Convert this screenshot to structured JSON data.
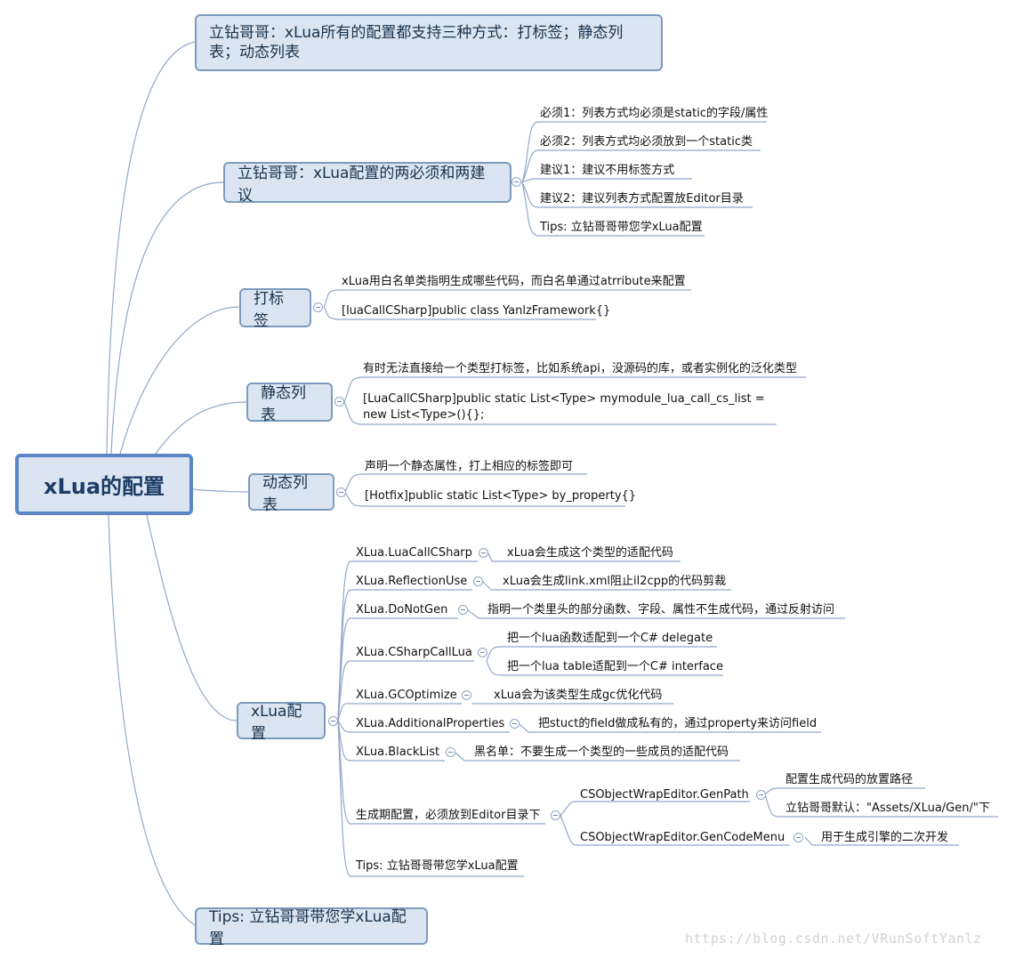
{
  "central": "xLua的配置",
  "nodes": {
    "n1": "立钻哥哥：xLua所有的配置都支持三种方式：打标签；静态列表；动态列表",
    "n2": "立钻哥哥：xLua配置的两必须和两建议",
    "n2_items": [
      "必须1：列表方式均必须是static的字段/属性",
      "必须2：列表方式均必须放到一个static类",
      "建议1：建议不用标签方式",
      "建议2：建议列表方式配置放Editor目录",
      "Tips: 立钻哥哥带您学xLua配置"
    ],
    "n3": "打标签",
    "n3_items": [
      "xLua用白名单类指明生成哪些代码，而白名单通过atrribute来配置",
      "[luaCallCSharp]public class YanlzFramework{}"
    ],
    "n4": "静态列表",
    "n4_items": [
      "有时无法直接给一个类型打标签，比如系统api，没源码的库，或者实例化的泛化类型",
      "[LuaCallCSharp]public static List<Type> mymodule_lua_call_cs_list = new List<Type>(){};"
    ],
    "n5": "动态列表",
    "n5_items": [
      "声明一个静态属性，打上相应的标签即可",
      "[Hotfix]public static List<Type> by_property{}"
    ],
    "n6": "xLua配置",
    "n6_items": [
      {
        "label": "XLua.LuaCallCSharp",
        "children": [
          "xLua会生成这个类型的适配代码"
        ]
      },
      {
        "label": "XLua.ReflectionUse",
        "children": [
          "xLua会生成link.xml阻止il2cpp的代码剪裁"
        ]
      },
      {
        "label": "XLua.DoNotGen",
        "children": [
          "指明一个类里头的部分函数、字段、属性不生成代码，通过反射访问"
        ]
      },
      {
        "label": "XLua.CSharpCallLua",
        "children": [
          "把一个lua函数适配到一个C# delegate",
          "把一个lua table适配到一个C# interface"
        ]
      },
      {
        "label": "XLua.GCOptimize",
        "children": [
          "xLua会为该类型生成gc优化代码"
        ]
      },
      {
        "label": "XLua.AdditionalProperties",
        "children": [
          "把stuct的field做成私有的，通过property来访问field"
        ]
      },
      {
        "label": "XLua.BlackList",
        "children": [
          "黑名单：不要生成一个类型的一些成员的适配代码"
        ]
      },
      {
        "label": "生成期配置，必须放到Editor目录下",
        "children": [
          {
            "label": "CSObjectWrapEditor.GenPath",
            "children": [
              "配置生成代码的放置路径",
              "立钻哥哥默认：\"Assets/XLua/Gen/\"下"
            ]
          },
          {
            "label": "CSObjectWrapEditor.GenCodeMenu",
            "children": [
              "用于生成引擎的二次开发"
            ]
          }
        ]
      },
      {
        "label": "Tips: 立钻哥哥带您学xLua配置",
        "children": []
      }
    ],
    "n7": "Tips: 立钻哥哥带您学xLua配置"
  },
  "watermark": "https://blog.csdn.net/VRunSoftYanlz",
  "colors": {
    "node_fill": "#dbe5f1",
    "node_border": "#7d9bbd",
    "central_border": "#5b86c5",
    "line": "#92a8c9"
  }
}
